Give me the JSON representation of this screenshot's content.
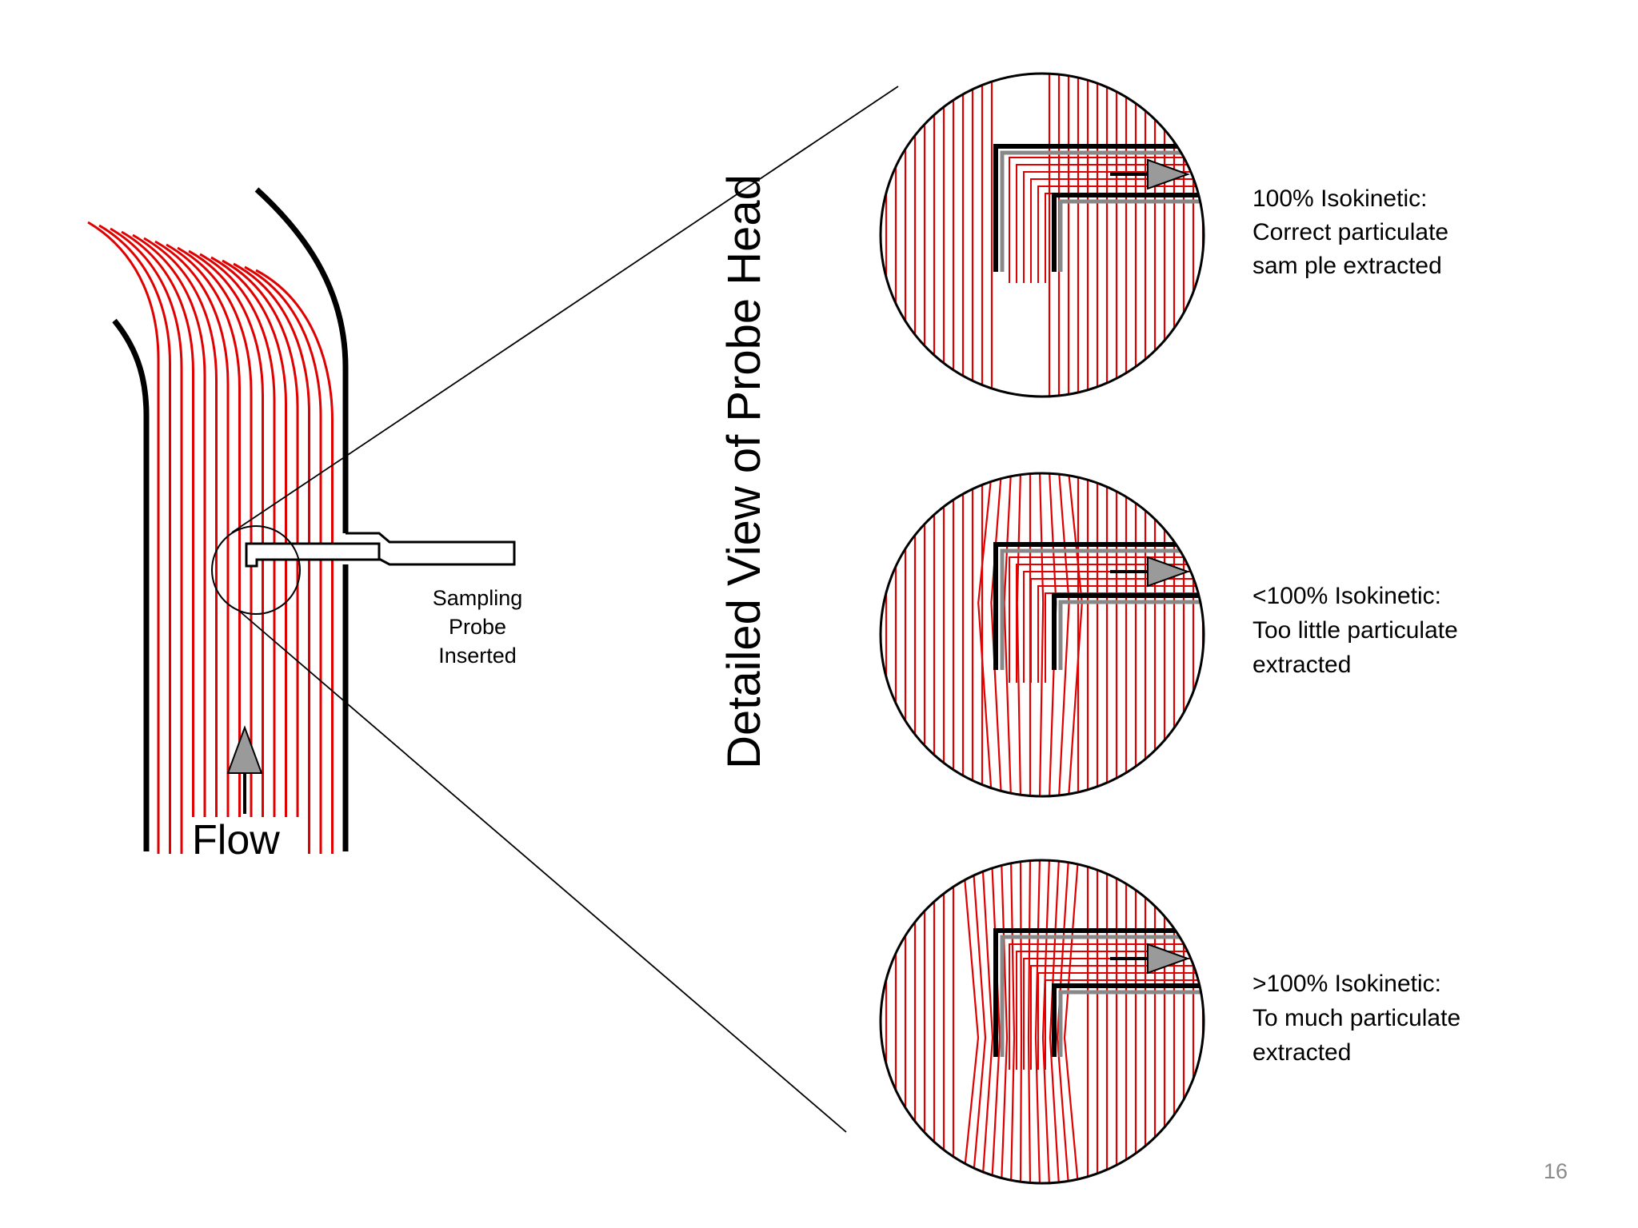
{
  "diagram": {
    "flow_label": "Flow",
    "probe_label": [
      "Sampling",
      "Probe",
      "Inserted"
    ],
    "detail_title": "Detailed View of Probe Head",
    "panels": [
      {
        "lines": [
          "100% Isokinetic:",
          "Correct particulate",
          "sam ple extracted"
        ]
      },
      {
        "lines": [
          "<100% Isokinetic:",
          "Too little particulate",
          "extracted"
        ]
      },
      {
        "lines": [
          ">100% Isokinetic:",
          "To much particulate",
          "extracted"
        ]
      }
    ]
  },
  "colors": {
    "streamline": "#e00000",
    "wall": "#000000",
    "arrow": "#a0a0a0"
  },
  "page_number": "16"
}
